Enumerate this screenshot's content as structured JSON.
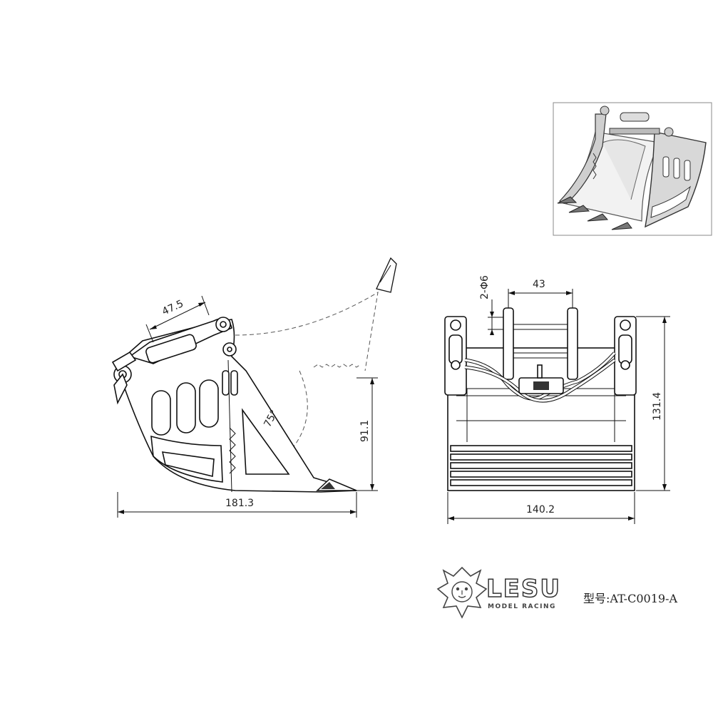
{
  "side_view": {
    "dim_width": "181.3",
    "dim_height": "91.1",
    "dim_top": "47.5",
    "dim_angle": "75°"
  },
  "front_view": {
    "dim_width": "140.2",
    "dim_height": "131.4",
    "dim_top": "43",
    "dim_hole": "2-Φ6"
  },
  "brand": {
    "name": "LESU",
    "tagline": "MODEL RACING",
    "model_label": "型号:AT-C0019-A"
  }
}
